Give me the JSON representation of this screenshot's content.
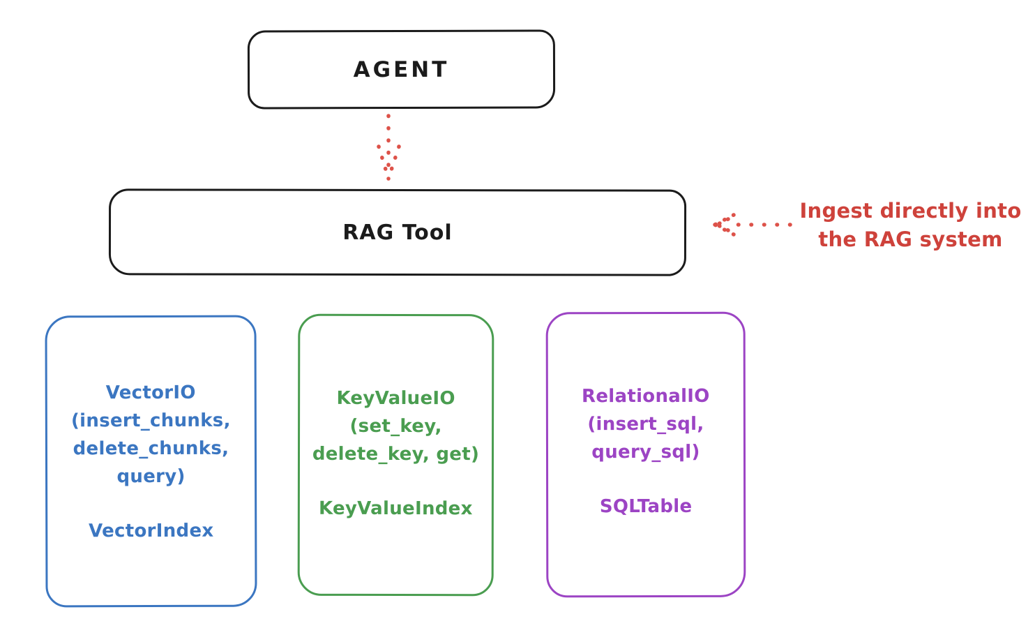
{
  "agent": {
    "label": "AGENT"
  },
  "rag_tool": {
    "label": "RAG Tool"
  },
  "annotation": {
    "line1": "Ingest directly into",
    "line2": "the RAG system"
  },
  "backends": [
    {
      "name": "VectorIO",
      "lines": [
        "VectorIO",
        "(insert_chunks,",
        "delete_chunks,",
        "query)"
      ],
      "index": "VectorIndex",
      "color": "#3b76c1"
    },
    {
      "name": "KeyValueIO",
      "lines": [
        "KeyValueIO",
        "(set_key,",
        "delete_key, get)"
      ],
      "index": "KeyValueIndex",
      "color": "#4a9d50"
    },
    {
      "name": "RelationalIO",
      "lines": [
        "RelationalIO",
        "(insert_sql,",
        "query_sql)"
      ],
      "index": "SQLTable",
      "color": "#9c44c4"
    }
  ],
  "arrows": {
    "agent_to_rag_tool": "dotted-down-arrow",
    "ingest_annotation_to_rag_tool": "dotted-left-arrow"
  },
  "colors": {
    "box_stroke": "#1b1b1b",
    "annotation_red": "#ce423b",
    "arrow_red": "#dd5249",
    "background": "#ffffff"
  }
}
